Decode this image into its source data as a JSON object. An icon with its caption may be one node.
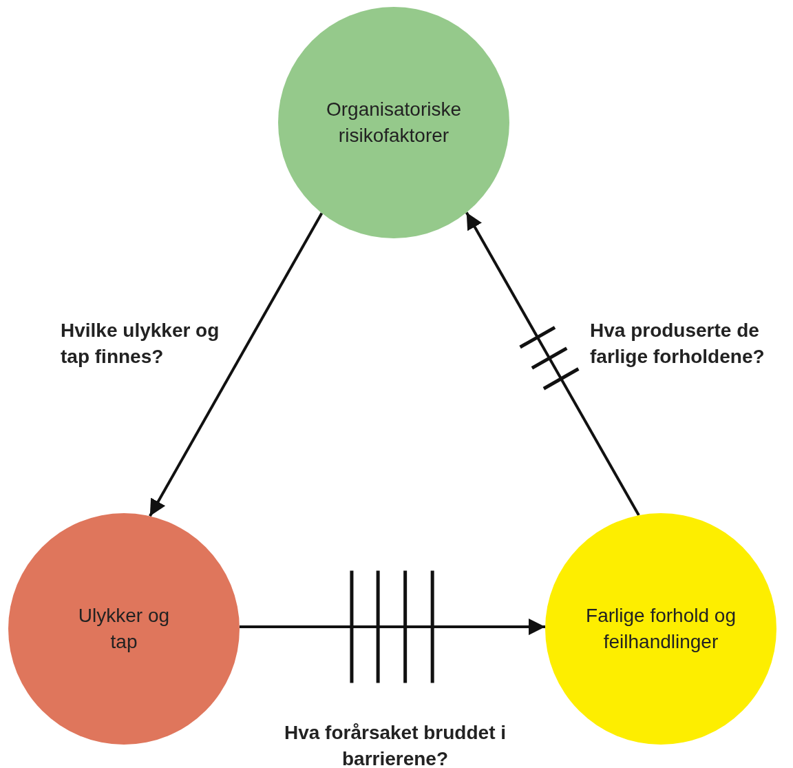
{
  "diagram": {
    "nodes": [
      {
        "text": [
          "Organisatoriske risikofaktorer"
        ]
      },
      {
        "text": [
          "Ulykker og tap"
        ]
      },
      {
        "text": [
          "Farlige forhold og feilhandlinger"
        ]
      }
    ],
    "edges": [
      {
        "from": 0,
        "to": 1,
        "arrow": "to",
        "label": "Hvilke ulykker og tap finnes?"
      },
      {
        "from": 2,
        "to": 0,
        "arrow": "to",
        "label": "Hva produserte de farlige forholdene?"
      },
      {
        "from": 1,
        "to": 2,
        "arrow": "to",
        "label": "Hva forårsaket bruddet i barrierene?"
      }
    ]
  }
}
